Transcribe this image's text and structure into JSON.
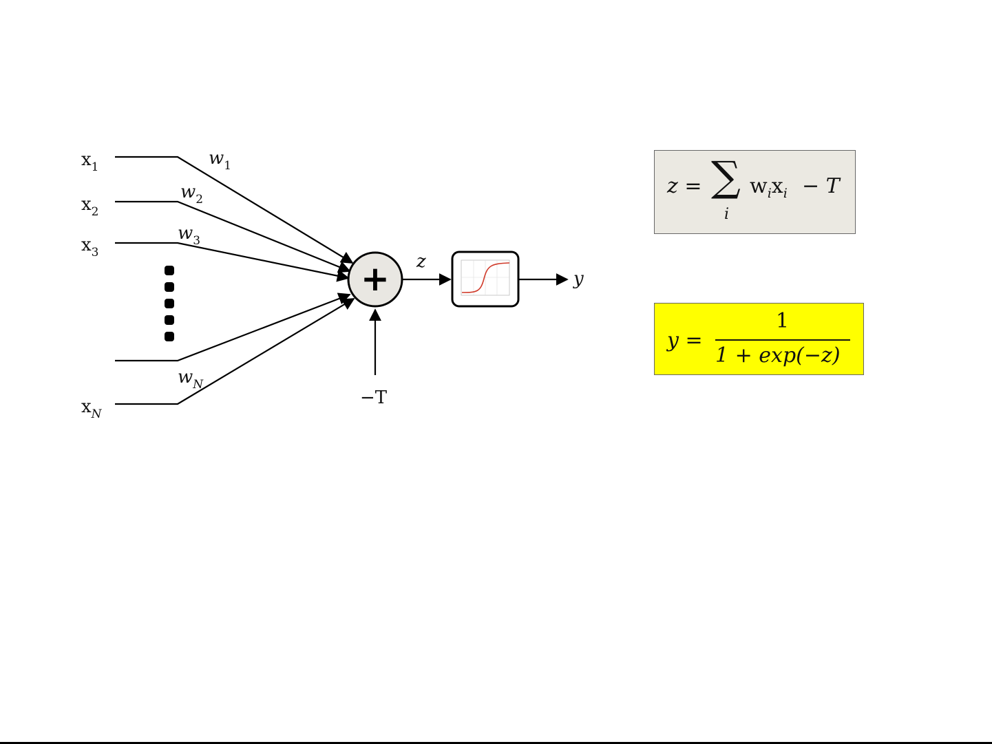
{
  "inputs": [
    {
      "label": "x",
      "sub": "1",
      "weight": "w",
      "weight_sub": "1"
    },
    {
      "label": "x",
      "sub": "2",
      "weight": "w",
      "weight_sub": "2"
    },
    {
      "label": "x",
      "sub": "3",
      "weight": "w",
      "weight_sub": "3"
    },
    {
      "label": "",
      "sub": "",
      "weight": "",
      "weight_sub": ""
    },
    {
      "label": "x",
      "sub": "N",
      "weight": "w",
      "weight_sub": "N"
    }
  ],
  "sum_symbol": "+",
  "sum_output_label": "z",
  "bias_label": "−T",
  "output_label": "y",
  "equation_1": {
    "lhs": "z =",
    "operator": "∑",
    "index": "i",
    "w": "w",
    "w_sub": "i",
    "x": "x",
    "x_sub": "i",
    "rhs_tail": "− T"
  },
  "equation_2": {
    "lhs": "y =",
    "numerator": "1",
    "denominator": "1 + exp(−z)"
  },
  "colors": {
    "equation_1_bg": "#ebe9e2",
    "equation_2_bg": "#ffff00",
    "sum_node_fill": "#e9e7e2",
    "sigmoid_curve": "#d03a2a"
  }
}
